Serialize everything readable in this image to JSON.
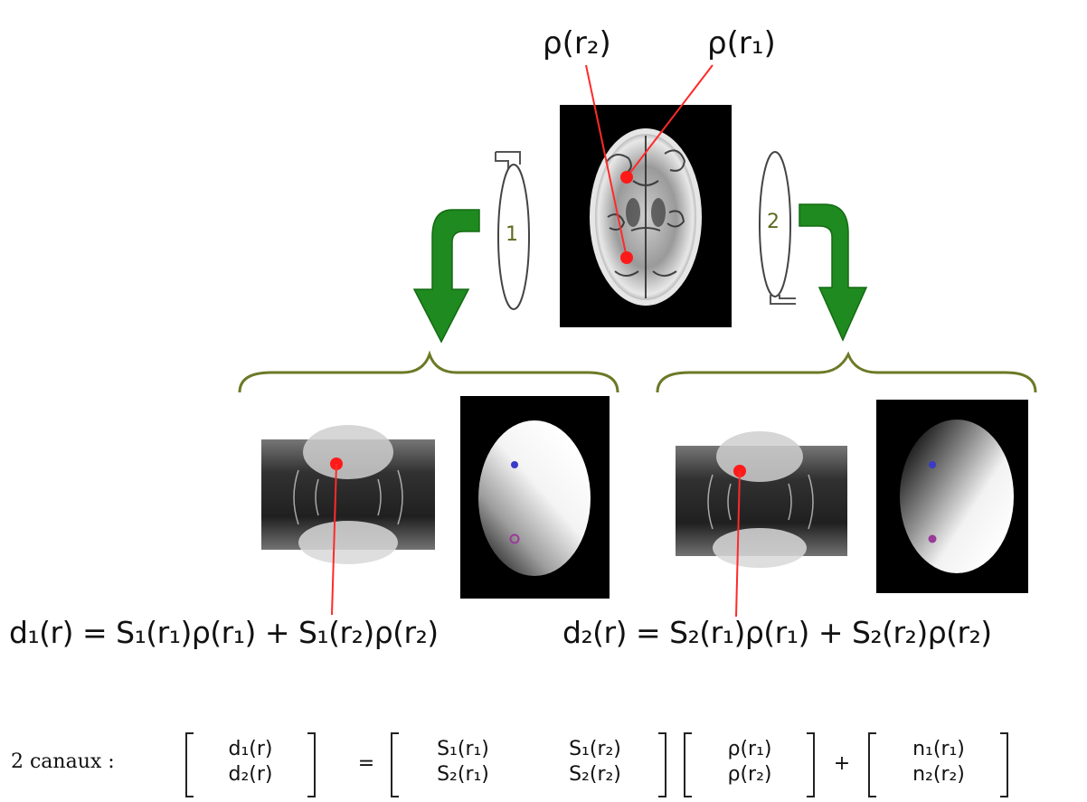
{
  "labels": {
    "rho_r2": "ρ(r₂)",
    "rho_r1": "ρ(r₁)",
    "coil1": "1",
    "coil2": "2"
  },
  "equations": {
    "d1": "d₁(r) = S₁(r₁)ρ(r₁) + S₁(r₂)ρ(r₂)",
    "d2": "d₂(r) = S₂(r₁)ρ(r₁) + S₂(r₂)ρ(r₂)"
  },
  "matrix": {
    "label": "2 canaux :",
    "lhs": [
      "d₁(r)",
      "d₂(r)"
    ],
    "equals": "=",
    "S": [
      [
        "S₁(r₁)",
        "S₁(r₂)"
      ],
      [
        "S₂(r₁)",
        "S₂(r₂)"
      ]
    ],
    "rho": [
      "ρ(r₁)",
      "ρ(r₂)"
    ],
    "plus": "+",
    "noise": [
      "n₁(r₁)",
      "n₂(r₂)"
    ]
  },
  "colors": {
    "arrow": "#1f8a1f",
    "brace": "#6b7a26",
    "point_red": "#ff1a1a",
    "point_blue": "#3a3ac8",
    "point_purple": "#9a3a9a",
    "coil_label": "#5d6a1e"
  }
}
